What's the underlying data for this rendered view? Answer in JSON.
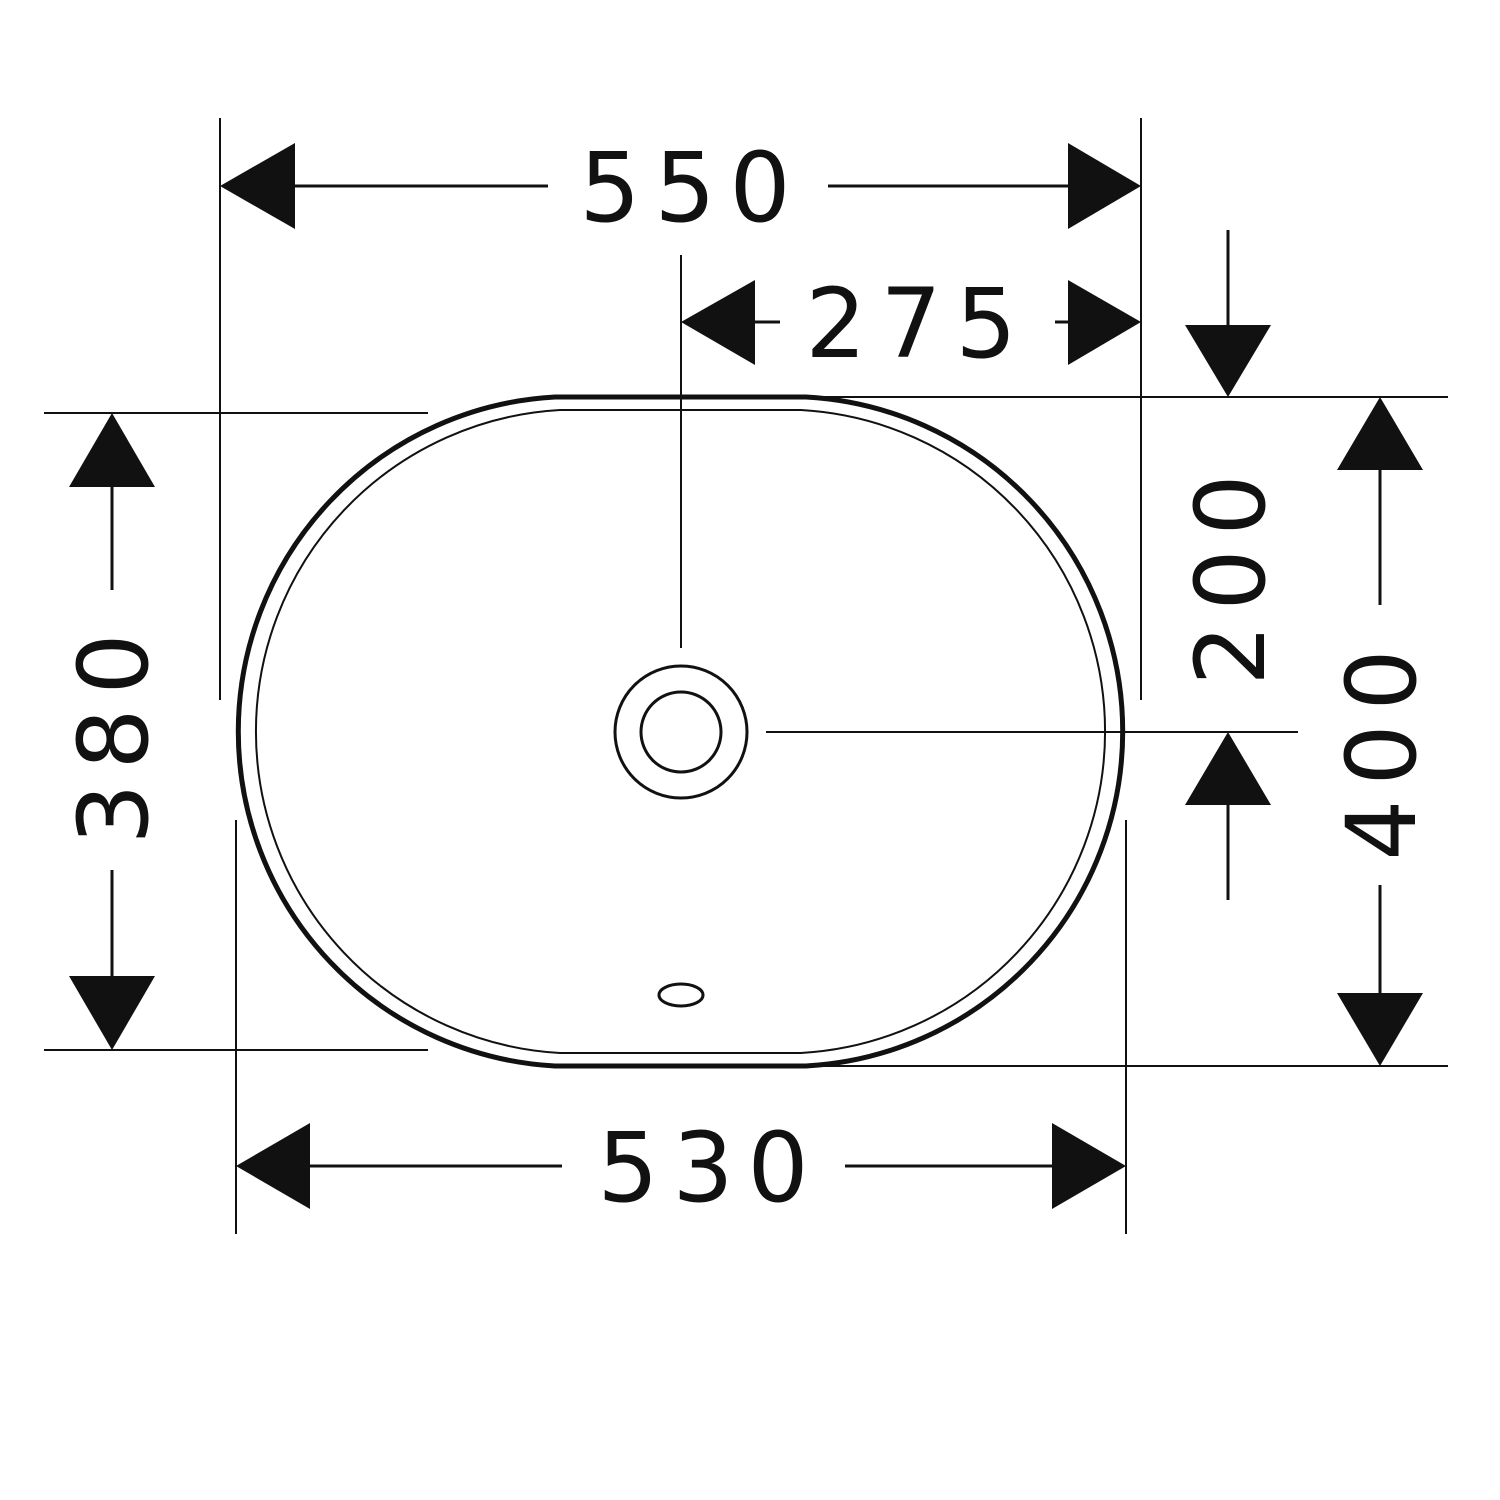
{
  "dimensions": {
    "outer_width": "550",
    "half_width": "275",
    "inner_width": "530",
    "inner_depth": "380",
    "outer_depth": "400",
    "drain_offset": "200"
  },
  "colors": {
    "stroke": "#111111",
    "background": "#ffffff"
  }
}
